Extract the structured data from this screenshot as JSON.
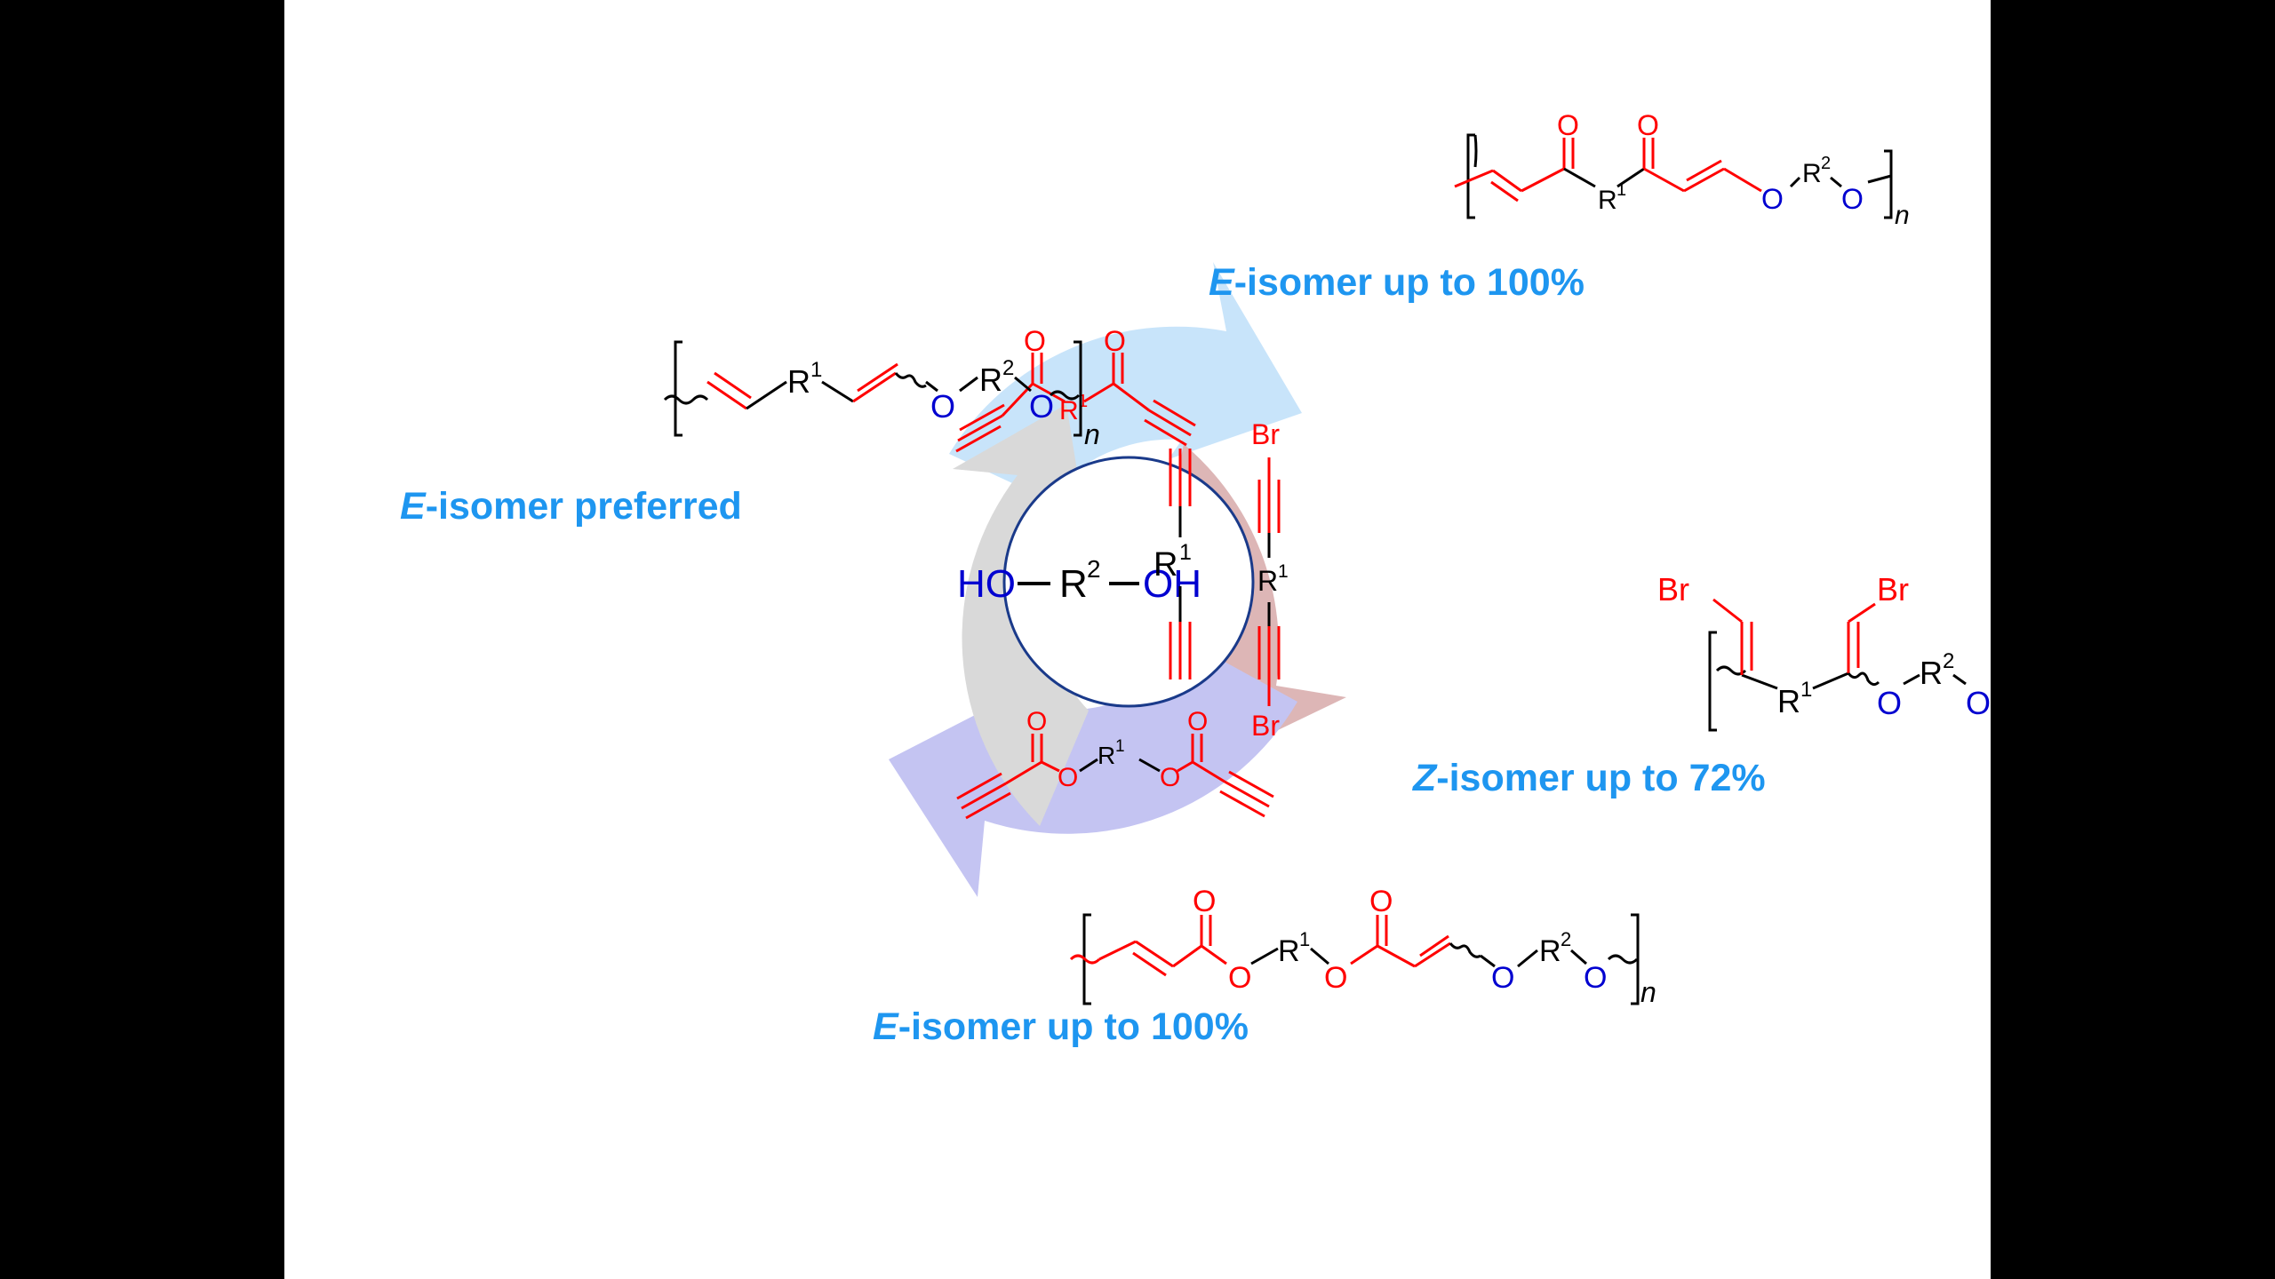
{
  "center": {
    "ho": "HO",
    "r": "R",
    "r_sup": "2",
    "oh": "OH"
  },
  "colors": {
    "bond_red": "#ff0000",
    "oxygen_blue": "#0000d0",
    "caption_blue": "#1e96f0",
    "arrow_light_blue": "#c8e4fa",
    "arrow_pink": "#ddb6b6",
    "arrow_lavender": "#c4c4f2",
    "arrow_gray": "#d9d9d9"
  },
  "labels": {
    "O": "O",
    "R": "R",
    "Br": "Br",
    "n": "n",
    "sup1": "1",
    "sup2": "2"
  },
  "captions": {
    "top_right": {
      "italic": "E",
      "rest": "-isomer up to 100%"
    },
    "left": {
      "italic": "E",
      "rest": "-isomer preferred"
    },
    "right": {
      "italic": "Z",
      "rest": "-isomer up to 72%"
    },
    "bottom": {
      "italic": "E",
      "rest": "-isomer up to 100%"
    }
  }
}
